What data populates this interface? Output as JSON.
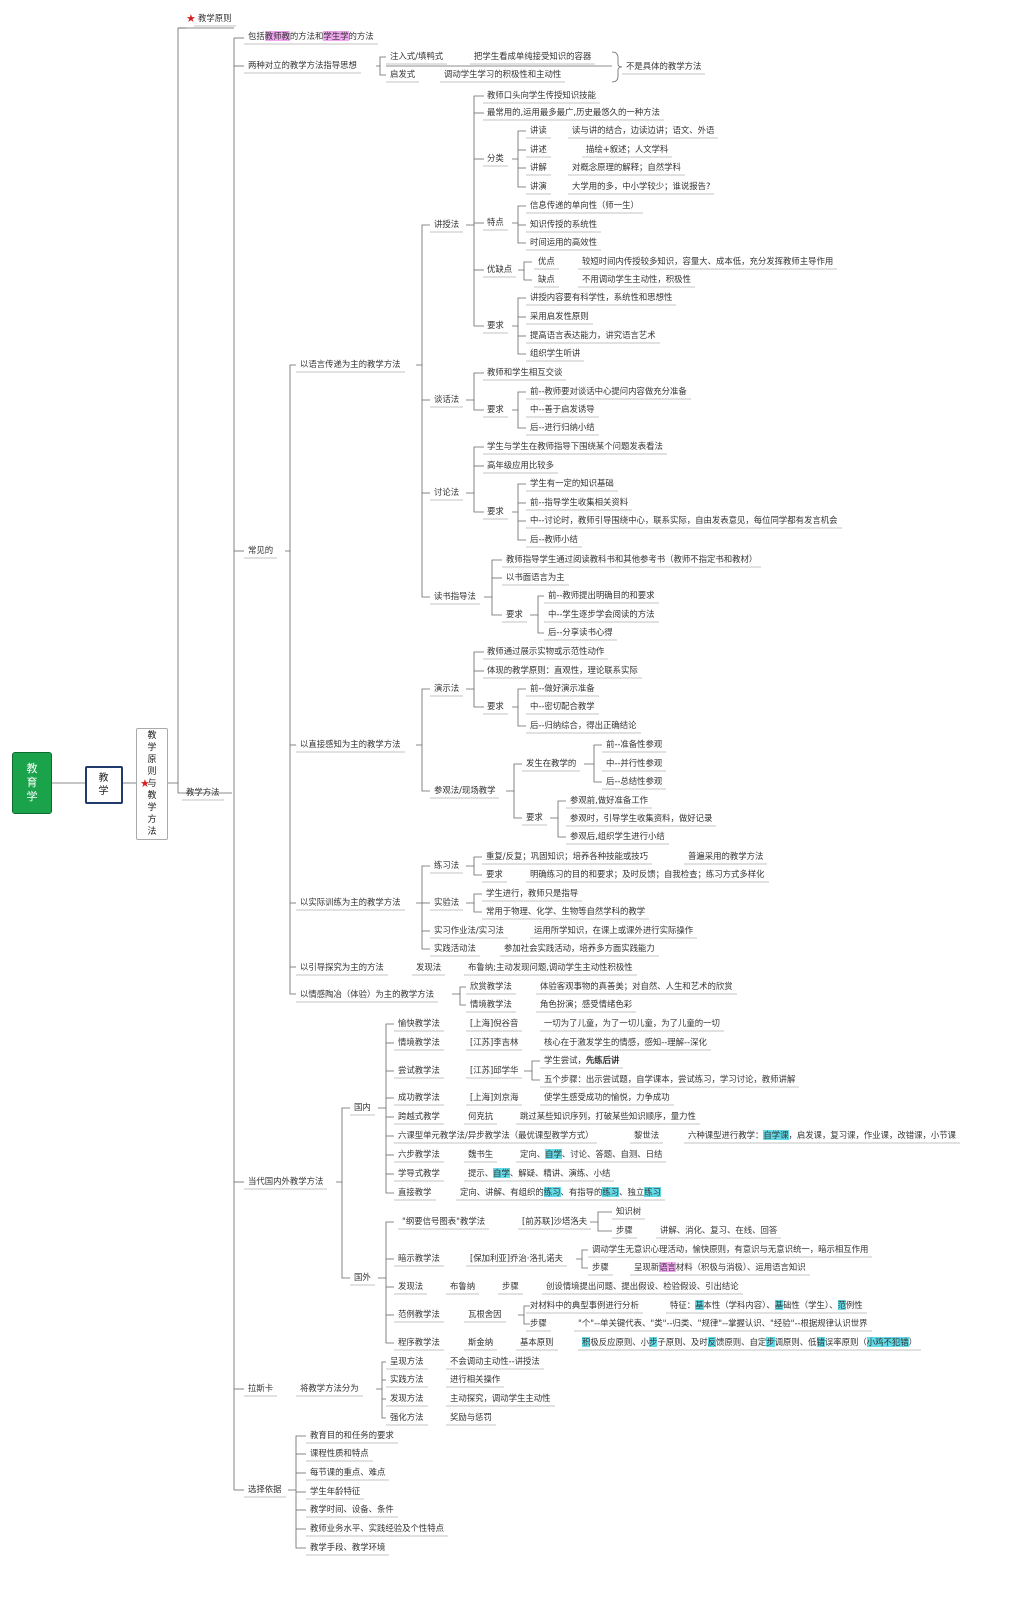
{
  "root": "教育学",
  "level2": "教学",
  "level3": "教学原则与教学方法",
  "star_color": "#d81e1e",
  "root_color": "#1aa34a",
  "highlight_pink": "#f0a6f0",
  "highlight_cyan": "#62dbe8",
  "star_icon": "star-icon",
  "branches": {
    "principle": "教学原则",
    "method": "教学方法",
    "common": "常见的",
    "modern": "当代国内外教学方法",
    "lasika": "拉斯卡",
    "basis": "选择依据"
  },
  "intro": {
    "line_pre": "包括",
    "teacher_hl": "教师教",
    "line_mid": "的方法和",
    "student_hl": "学生学",
    "line_post": "的方法"
  },
  "ideology": {
    "label": "两种对立的教学方法指导思想",
    "rows": [
      [
        "注入式/填鸭式",
        "把学生看成单纯接受知识的容器"
      ],
      [
        "启发式",
        "调动学生学习的积极性和主动性"
      ]
    ],
    "note": "不是具体的教学方法"
  },
  "language": {
    "label": "以语言传递为主的教学方法",
    "lecture": {
      "label": "讲授法",
      "def1": "教师口头向学生传授知识技能",
      "def2": "最常用的,运用最多最广,历史最悠久的一种方法",
      "types_label": "分类",
      "types": [
        [
          "讲读",
          "读与讲的结合，边读边讲；语文、外语"
        ],
        [
          "讲述",
          "描绘+叙述；人文学科"
        ],
        [
          "讲解",
          "对概念原理的解释；自然学科"
        ],
        [
          "讲演",
          "大学用的多，中小学较少；谁说报告?"
        ]
      ],
      "features_label": "特点",
      "features": [
        "信息传递的单向性（师一生）",
        "知识传授的系统性",
        "时间运用的高效性"
      ],
      "pros_label": "优缺点",
      "pros": [
        [
          "优点",
          "较短时间内传授较多知识，容量大、成本低，充分发挥教师主导作用"
        ],
        [
          "缺点",
          "不用调动学生主动性，积极性"
        ]
      ],
      "req_label": "要求",
      "reqs": [
        "讲授内容要有科学性，系统性和思想性",
        "采用启发性原则",
        "提高语言表达能力，讲究语言艺术",
        "组织学生听讲"
      ]
    },
    "talk": {
      "label": "谈话法",
      "def": "教师和学生相互交谈",
      "req_label": "要求",
      "reqs": [
        "前--教师要对谈话中心提问内容做充分准备",
        "中--善于启发诱导",
        "后--进行归纳小结"
      ]
    },
    "discuss": {
      "label": "讨论法",
      "def1": "学生与学生在教师指导下围绕某个问题发表看法",
      "def2": "高年级应用比较多",
      "req_label": "要求",
      "reqs": [
        "学生有一定的知识基础",
        "前--指导学生收集相关资料",
        "中--讨论时，教师引导围绕中心，联系实际，自由发表意见，每位同学都有发言机会",
        "后--教师小结"
      ]
    },
    "reading": {
      "label": "读书指导法",
      "def1": "教师指导学生通过阅读教科书和其他参考书（教师不指定书和教材）",
      "def2": "以书面语言为主",
      "req_label": "要求",
      "reqs": [
        "前--教师提出明确目的和要求",
        "中--学生逐步学会阅读的方法",
        "后--分享读书心得"
      ]
    }
  },
  "perception": {
    "label": "以直接感知为主的教学方法",
    "demo": {
      "label": "演示法",
      "def1": "教师通过展示实物或示范性动作",
      "def2": "体现的教学原则：直观性，理论联系实际",
      "req_label": "要求",
      "reqs": [
        "前--做好演示准备",
        "中--密切配合教学",
        "后--归纳综合，得出正确结论"
      ]
    },
    "visit": {
      "label": "参观法/现场教学",
      "when_label": "发生在教学的",
      "when": [
        "前--准备性参观",
        "中--并行性参观",
        "后--总结性参观"
      ],
      "req_label": "要求",
      "reqs": [
        "参观前,做好准备工作",
        "参观时，引导学生收集资料，做好记录",
        "参观后,组织学生进行小结"
      ]
    }
  },
  "practice": {
    "label": "以实际训练为主的教学方法",
    "exercise": {
      "label": "练习法",
      "row1": "重复/反复；巩固知识；培养各种技能或技巧",
      "row1_note": "普遍采用的教学方法",
      "req_label": "要求",
      "req": "明确练习的目的和要求；及时反馈；自我检查；练习方式多样化"
    },
    "experiment": {
      "label": "实验法",
      "rows": [
        "学生进行，教师只是指导",
        "常用于物理、化学、生物等自然学科的教学"
      ]
    },
    "assignment": [
      "实习作业法/实习法",
      "运用所学知识，在课上或课外进行实际操作"
    ],
    "activity": [
      "实践活动法",
      "参加社会实践活动，培养多方面实践能力"
    ]
  },
  "inquiry": [
    "以引导探究为主的方法",
    "发现法",
    "布鲁纳;主动发现问题,调动学生主动性积极性"
  ],
  "emotion": {
    "label": "以情感陶冶（体验）为主的教学方法",
    "rows": [
      [
        "欣赏教学法",
        "体验客观事物的真善美；对自然、人生和艺术的欣赏"
      ],
      [
        "情境教学法",
        "角色扮演；感受情绪色彩"
      ]
    ]
  },
  "domestic": {
    "label": "国内",
    "rows": [
      [
        "愉快教学法",
        "[上海]倪谷音",
        "一切为了儿童，为了一切儿童，为了儿童的一切"
      ],
      [
        "情境教学法",
        "[江苏]李吉林",
        "核心在于激发学生的情感，感知--理解--深化"
      ]
    ],
    "try": {
      "label": "尝试教学法",
      "who": "[江苏]邱学华",
      "line1_pre": "学生尝试，",
      "line1_bold": "先练后讲",
      "line2": "五个步骤：出示尝试题，自学课本，尝试练习，学习讨论，教师讲解"
    },
    "success": [
      "成功教学法",
      "[上海]刘京海",
      "使学生感受成功的愉悦，力争成功"
    ],
    "leap": [
      "跨越式教学",
      "何克抗",
      "跳过某些知识序列，打破某些知识顺序，量力性"
    ],
    "six": {
      "label": "六课型单元教学法/异步教学法（最优课型教学方式）",
      "who": "黎世法",
      "pre": "六种课型进行教学：",
      "hl": "自学课",
      "post": "，启发课，复习课，作业课，改错课，小节课"
    },
    "sixstep": {
      "label": "六步教学法",
      "who": "魏书生",
      "pre": "定向、",
      "hl": "自学",
      "post": "、讨论、答题、自测、日结"
    },
    "guide": {
      "label": "学导式教学",
      "pre": "提示、",
      "hl": "自学",
      "post": "、解疑、精讲、演练、小结"
    },
    "direct": {
      "label": "直接教学",
      "pre": "定向、讲解、有组织的",
      "hl1": "练习",
      "mid": "、有指导的",
      "hl2": "练习",
      "mid2": "、独立",
      "hl3": "练习"
    }
  },
  "foreign": {
    "label": "国外",
    "signal": {
      "label": "\"纲要信号图表\"教学法",
      "who": "[前苏联]沙塔洛夫",
      "tree": "知识树",
      "steps_label": "步骤",
      "steps": "讲解、消化、复习、在线、回答"
    },
    "suggest": {
      "label": "暗示教学法",
      "who": "[保加利亚]乔治·洛扎诺夫",
      "row1": "调动学生无意识心理活动，愉快原则，有意识与无意识统一，暗示相互作用",
      "steps_label": "步骤",
      "pre": "呈现新",
      "hl": "语言",
      "post": "材料（积极与消极）、运用语言知识"
    },
    "discovery": [
      "发现法",
      "布鲁纳",
      "步骤",
      "创设情境提出问题、提出假设、检验假设、引出结论"
    ],
    "example": {
      "label": "范例教学法",
      "who": "瓦根舍因",
      "row1": "对材料中的典型事例进行分析",
      "feat_label": "特征：",
      "hl1": "基",
      "t1": "本性（学科内容）、",
      "hl2": "基",
      "t2": "础性（学生）、",
      "hl3": "范",
      "t3": "例性",
      "steps_label": "步骤",
      "steps": "\"个\"--单关键代表、\"类\"--归类、\"规律\"--掌握认识、\"经验\"--根据规律认识世界"
    },
    "program": {
      "label": "程序教学法",
      "who": "斯金纳",
      "principle_label": "基本原则",
      "a_hl": "积",
      "a": "极反应原则、小",
      "b_hl": "步",
      "b": "子原则、及时",
      "c_hl": "反",
      "c": "馈原则、自定",
      "d_hl": "步",
      "d": "调原则、低",
      "e_hl": "错",
      "e": "误率原则（",
      "f_hl": "小鸡不犯错",
      "f": "）"
    }
  },
  "lasika": {
    "label": "将教学方法分为",
    "rows": [
      [
        "呈现方法",
        "不会调动主动性--讲授法"
      ],
      [
        "实践方法",
        "进行相关操作"
      ],
      [
        "发现方法",
        "主动探究，调动学生主动性"
      ],
      [
        "强化方法",
        "奖励与惩罚"
      ]
    ]
  },
  "basis_items": [
    "教育目的和任务的要求",
    "课程性质和特点",
    "每节课的重点、难点",
    "学生年龄特征",
    "教学时间、设备、条件",
    "教师业务水平、实践经验及个性特点",
    "教学手段、教学环境"
  ]
}
